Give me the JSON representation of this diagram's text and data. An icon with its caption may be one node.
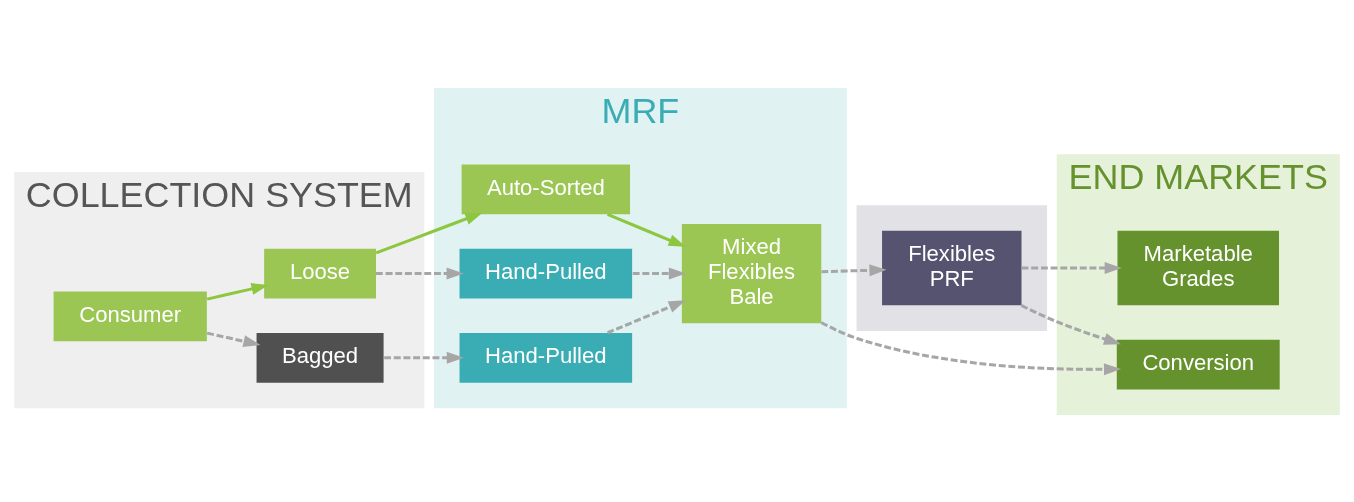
{
  "diagram": {
    "nodes": [
      {
        "text": [
          "COLLECTION SYSTEM"
        ]
      },
      {
        "text": [
          "Consumer"
        ],
        "in": 0
      },
      {
        "text": [
          "Bagged"
        ],
        "in": 0
      },
      {
        "text": [
          "Loose"
        ],
        "in": 0
      },
      {
        "text": [
          "MRF"
        ]
      },
      {
        "text": [
          "Hand-Pulled"
        ],
        "in": 4
      },
      {
        "text": [
          "Hand-Pulled"
        ],
        "in": 4
      },
      {
        "text": [
          "Auto-Sorted"
        ],
        "in": 4
      },
      {
        "text": [
          "Mixed Flexibles Bale"
        ],
        "in": 4
      },
      {
        "text": [],
        "shape": "box"
      },
      {
        "text": [
          "Flexibles PRF"
        ],
        "in": 9
      },
      {
        "text": [
          "END MARKETS"
        ]
      },
      {
        "text": [
          "Conversion"
        ],
        "in": 11
      },
      {
        "text": [
          "Marketable Grades"
        ],
        "in": 11
      }
    ],
    "edges": [
      {
        "from": 1,
        "to": 2,
        "arrow": "to",
        "style": "dashed"
      },
      {
        "from": 1,
        "to": 3,
        "arrow": "to",
        "color": "#8dc63f"
      },
      {
        "from": 2,
        "to": 5,
        "arrow": "to",
        "style": "dashed"
      },
      {
        "from": 3,
        "to": 6,
        "arrow": "to",
        "style": "dashed"
      },
      {
        "from": 3,
        "to": 7,
        "arrow": "to",
        "color": "#8dc63f"
      },
      {
        "from": 5,
        "to": 8,
        "arrow": "to",
        "style": "dashed"
      },
      {
        "from": 6,
        "to": 8,
        "arrow": "to",
        "style": "dashed"
      },
      {
        "from": 7,
        "to": 8,
        "arrow": "to",
        "color": "#8dc63f"
      },
      {
        "from": 8,
        "to": 12,
        "arrow": "to",
        "style": "dashed"
      },
      {
        "from": 8,
        "to": 10,
        "arrow": "to",
        "style": "dashed"
      },
      {
        "from": 10,
        "to": 12,
        "arrow": "to",
        "style": "dashed"
      },
      {
        "from": 10,
        "to": 13,
        "arrow": "to",
        "style": "dashed"
      }
    ]
  }
}
